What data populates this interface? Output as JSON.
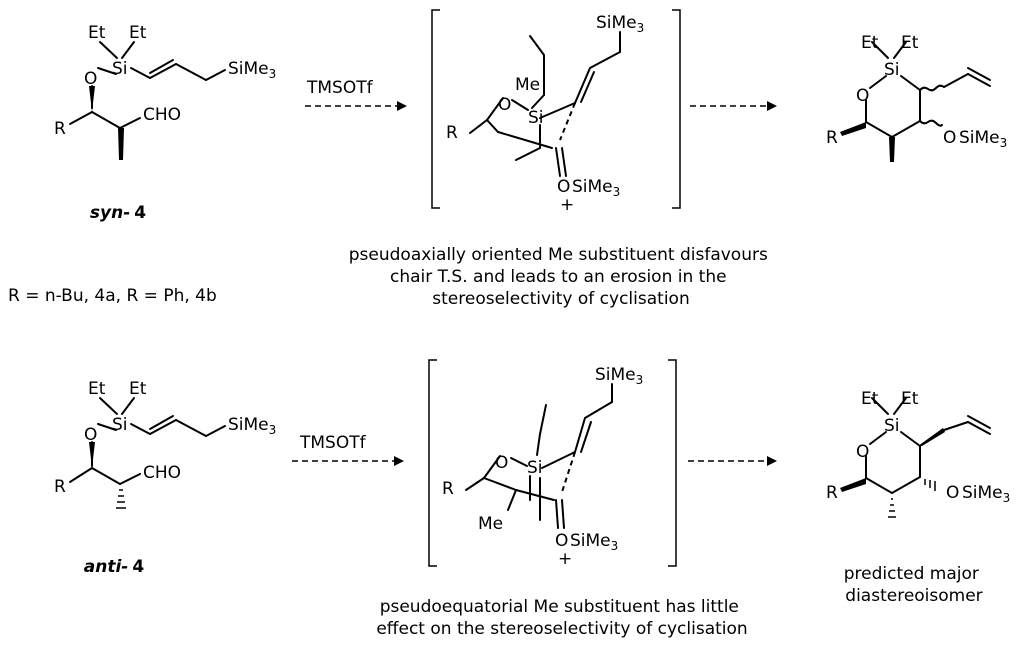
{
  "atoms": {
    "et": "Et",
    "si": "Si",
    "o": "O",
    "r": "R",
    "me": "Me",
    "cho": "CHO",
    "simeText": "SiMe",
    "sub3": "3",
    "plus": "+"
  },
  "reagent": "TMSOTf",
  "compounds": {
    "syn_prefix": "syn-",
    "anti_prefix": "anti-",
    "num": "4"
  },
  "rgroups": {
    "text": "R = n-Bu, 4a, R = Ph, 4b"
  },
  "notes": {
    "top": [
      "pseudoaxially oriented Me substituent disfavours",
      "chair T.S. and leads to an erosion in the",
      "stereoselectivity of cyclisation"
    ],
    "bottom": [
      "pseudoequatorial Me substituent has little",
      "effect on the stereoselectivity of cyclisation"
    ],
    "product": [
      "predicted major",
      "diastereoisomer"
    ]
  }
}
